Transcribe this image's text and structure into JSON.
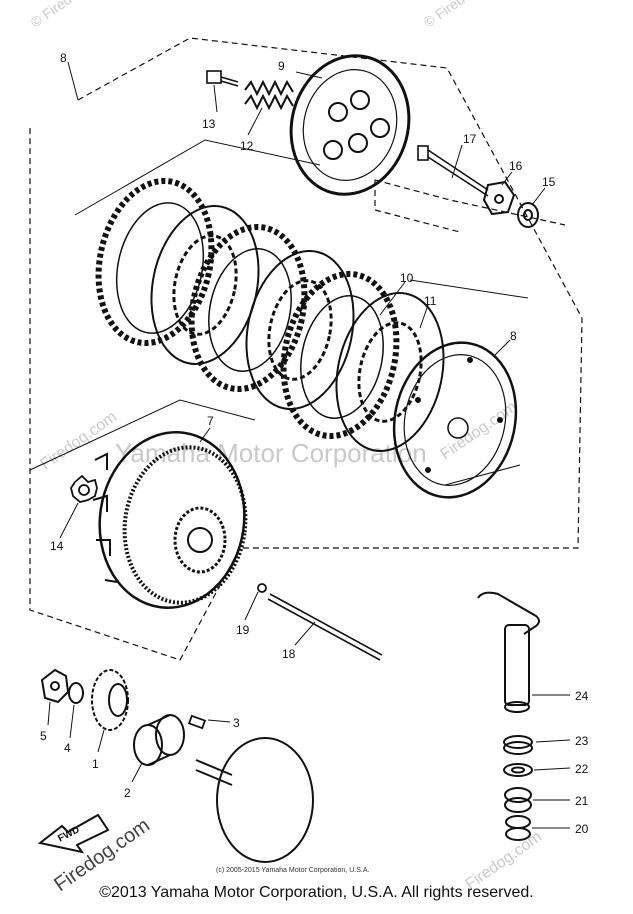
{
  "watermarks": {
    "corner": "© Firedog",
    "diagonal": "Firedog.com",
    "center": "Yamaha Motor Corporation"
  },
  "small_credit": "(c) 2005-2015 Yamaha Motor Corporation, U.S.A.",
  "copyright": "©2013 Yamaha Motor Corporation, U.S.A. All rights reserved.",
  "fwd_label": "FWD",
  "callouts": [
    "1",
    "2",
    "3",
    "4",
    "5",
    "7",
    "8",
    "8",
    "9",
    "10",
    "11",
    "12",
    "13",
    "14",
    "15",
    "16",
    "17",
    "18",
    "19",
    "20",
    "21",
    "22",
    "23",
    "24"
  ]
}
